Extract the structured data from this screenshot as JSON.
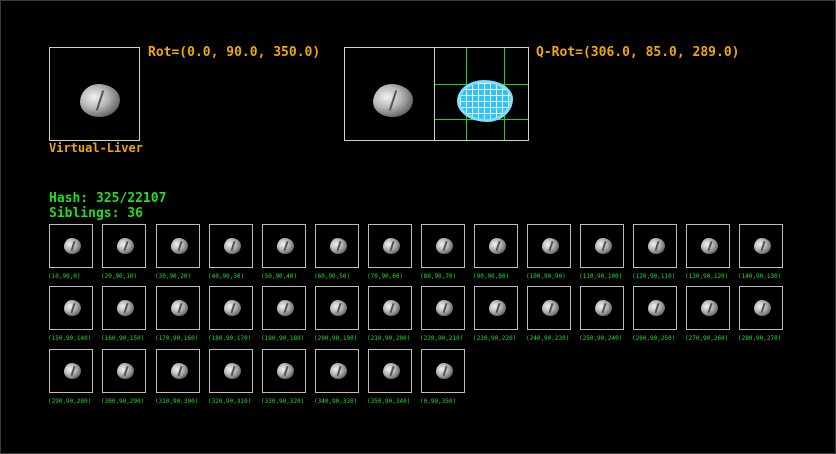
{
  "virtual_panel": {
    "rot_label": "Rot=(0.0, 90.0, 350.0)",
    "name_label": "Virtual-Liver"
  },
  "query_panel": {
    "rot_label": "Q-Rot=(306.0, 85.0, 289.0)"
  },
  "info": {
    "hash": "Hash: 325/22107",
    "siblings": "Siblings: 36"
  },
  "thumbnails": [
    "(10,90,0)",
    "(20,90,10)",
    "(30,90,20)",
    "(40,90,30)",
    "(50,90,40)",
    "(60,90,50)",
    "(70,90,60)",
    "(80,90,70)",
    "(90,90,80)",
    "(100,90,90)",
    "(110,90,100)",
    "(120,90,110)",
    "(130,90,120)",
    "(140,90,130)",
    "(150,90,140)",
    "(160,90,150)",
    "(170,90,160)",
    "(180,90,170)",
    "(190,90,180)",
    "(200,90,190)",
    "(210,90,200)",
    "(220,90,210)",
    "(230,90,220)",
    "(240,90,230)",
    "(250,90,240)",
    "(260,90,250)",
    "(270,90,260)",
    "(280,90,270)",
    "(290,90,280)",
    "(300,90,290)",
    "(310,90,300)",
    "(320,90,310)",
    "(330,90,320)",
    "(340,90,330)",
    "(350,90,340)",
    "(0,90,350)"
  ],
  "colors": {
    "label_yellow": "#f0a800",
    "label_green": "#22dd22",
    "segmentation_blue": "#27c6ff",
    "crosshair_green": "#1fd01f"
  }
}
